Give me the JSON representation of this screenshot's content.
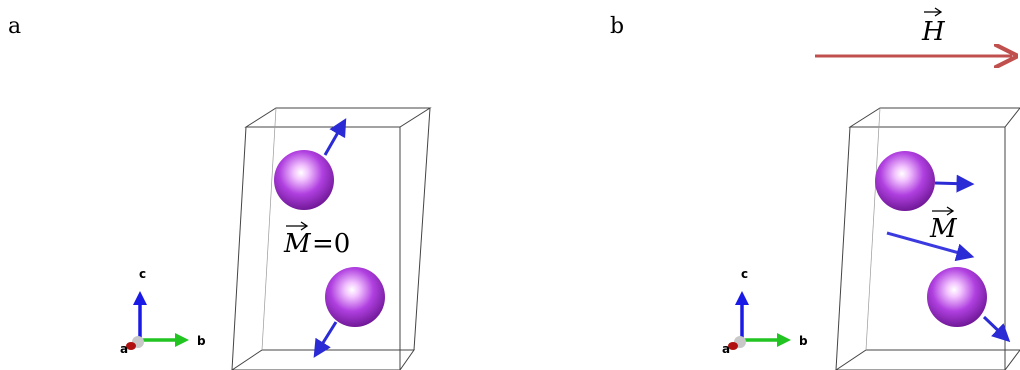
{
  "panel_a": {
    "label": "a",
    "moment_symbol": "M",
    "moment_equals": "=0",
    "axes": {
      "c": "c",
      "b": "b",
      "a": "a"
    }
  },
  "panel_b": {
    "label": "b",
    "field_symbol": "H",
    "moment_symbol": "M",
    "axes": {
      "c": "c",
      "b": "b",
      "a": "a"
    }
  },
  "colors": {
    "atom": "#b040e0",
    "spin_arrow": "#2b2bd6",
    "field_arrow": "#c0504d",
    "axis_c": "#1a1ae6",
    "axis_b": "#22c422",
    "axis_a": "#b01010",
    "cell_edge": "#444444"
  },
  "icons": [
    "atom-sphere",
    "spin-arrow",
    "field-arrow",
    "crystal-axes"
  ]
}
